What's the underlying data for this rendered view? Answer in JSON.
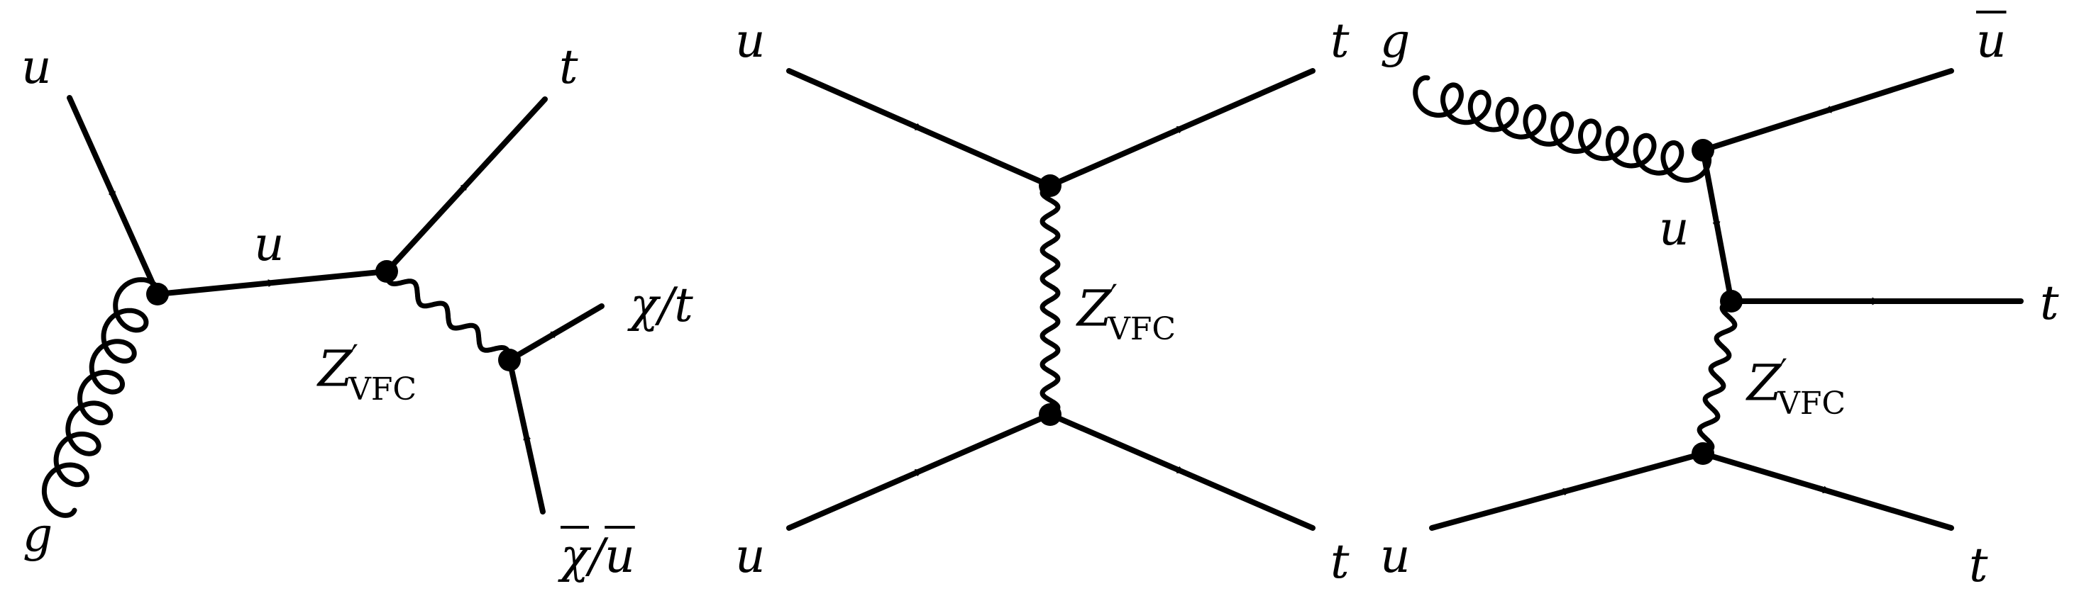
{
  "diagrams": [
    {
      "labels": {
        "u_in": "u",
        "g_in": "g",
        "u_prop": "u",
        "t_out": "t",
        "chi_t": "χ/t",
        "chibar_ubar_main": "χ",
        "chibar_ubar_rest": "/",
        "ubar_tail": "u",
        "z_main": "Z",
        "z_prime": "′",
        "z_sub": "VFC"
      }
    },
    {
      "labels": {
        "u_top": "u",
        "u_bottom": "u",
        "t_top": "t",
        "t_bottom": "t",
        "z_main": "Z",
        "z_prime": "′",
        "z_sub": "VFC"
      }
    },
    {
      "labels": {
        "g_in": "g",
        "ubar_out": "u",
        "u_prop": "u",
        "t_mid": "t",
        "u_bottom": "u",
        "t_bottom": "t",
        "z_main": "Z",
        "z_prime": "′",
        "z_sub": "VFC"
      }
    }
  ],
  "colors": {
    "line": "#000000",
    "background": "#ffffff"
  }
}
